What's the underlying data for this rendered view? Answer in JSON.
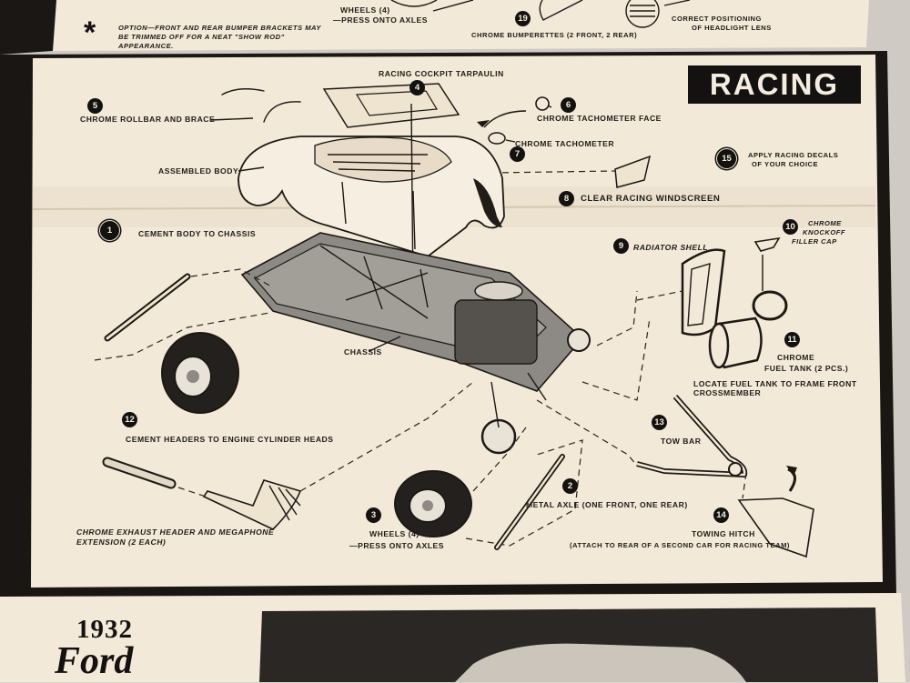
{
  "heading": "RACING",
  "top_notes": {
    "option": "OPTION—FRONT AND REAR BUMPER BRACKETS MAY BE TRIMMED OFF FOR A NEAT \"SHOW ROD\" APPEARANCE.",
    "wheels": "WHEELS (4)",
    "press": "—PRESS ONTO AXLES",
    "bumperettes": "CHROME BUMPERETTES (2 Front, 2 Rear)",
    "bumperettes_step": "19",
    "correct_1": "CORRECT POSITIONING",
    "correct_2": "OF HEADLIGHT LENS",
    "star": "*"
  },
  "steps": [
    {
      "n": "4",
      "label": "RACING COCKPIT TARPAULIN"
    },
    {
      "n": "5",
      "label": "CHROME ROLLBAR AND BRACE"
    },
    {
      "n": "6",
      "label": "CHROME TACHOMETER FACE"
    },
    {
      "n": "7",
      "label": "CHROME TACHOMETER"
    },
    {
      "n": "15",
      "label": "APPLY RACING DECALS",
      "label2": "OF YOUR CHOICE"
    },
    {
      "n": "8",
      "label": "CLEAR RACING WINDSCREEN"
    },
    {
      "n": "1",
      "label": "CEMENT BODY TO CHASSIS"
    },
    {
      "n": "10",
      "label": "CHROME",
      "label2": "KNOCKOFF",
      "label3": "FILLER CAP"
    },
    {
      "n": "9",
      "label": "RADIATOR SHELL"
    },
    {
      "n": "11",
      "label": "CHROME",
      "label2": "FUEL TANK (2 Pcs.)"
    },
    {
      "n": "12",
      "label": "CEMENT HEADERS TO ENGINE CYLINDER HEADS"
    },
    {
      "n": "13",
      "label": "TOW BAR"
    },
    {
      "n": "2",
      "label": "METAL AXLE (One Front, One Rear)"
    },
    {
      "n": "3",
      "label": "WHEELS (4)",
      "label2": "—PRESS ONTO AXLES"
    },
    {
      "n": "14",
      "label": "TOWING HITCH",
      "label2": "(Attach To Rear of a Second Car For Racing Team)"
    }
  ],
  "other_labels": {
    "assembled_body": "ASSEMBLED BODY",
    "chassis": "CHASSIS",
    "fuel_locate_1": "LOCATE FUEL TANK TO FRAME FRONT",
    "fuel_locate_2": "CROSSMEMBER",
    "exhaust_1": "CHROME EXHAUST HEADER AND MEGAPHONE",
    "exhaust_2": "EXTENSION (2 Each)"
  },
  "bottom": {
    "year": "1932",
    "brand": "Ford"
  }
}
